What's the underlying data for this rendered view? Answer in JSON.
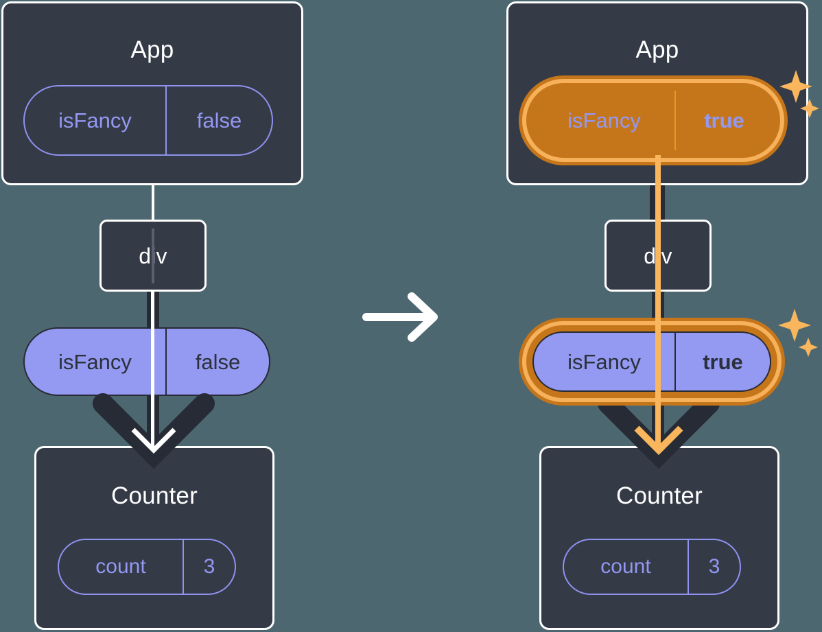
{
  "diagram": {
    "title": "React state propagation: isFancy prop flows from App through div to Counter",
    "transition_icon": "right-arrow-icon",
    "colors": {
      "background": "#4d6771",
      "box_fill": "#343a46",
      "box_border": "#ffffff",
      "pill_outline": "#8f92f0",
      "pill_text_light": "#9398f2",
      "pill_solid_fill": "#9499f2",
      "pill_solid_text": "#2b303b",
      "highlight_outer": "#c6761a",
      "highlight_inner": "#f6b15a",
      "sparkle": "#f9b65d",
      "connector_dark": "#272b35",
      "connector_light": "#ffffff"
    }
  },
  "before": {
    "app": {
      "title": "App",
      "state": {
        "key": "isFancy",
        "value": "false"
      }
    },
    "div": {
      "title": "div"
    },
    "props": {
      "key": "isFancy",
      "value": "false"
    },
    "counter": {
      "title": "Counter",
      "state": {
        "key": "count",
        "value": "3"
      }
    },
    "highlighted": false,
    "sparkles": false
  },
  "after": {
    "app": {
      "title": "App",
      "state": {
        "key": "isFancy",
        "value": "true"
      }
    },
    "div": {
      "title": "div"
    },
    "props": {
      "key": "isFancy",
      "value": "true"
    },
    "counter": {
      "title": "Counter",
      "state": {
        "key": "count",
        "value": "3"
      }
    },
    "highlighted": true,
    "sparkles": true
  }
}
